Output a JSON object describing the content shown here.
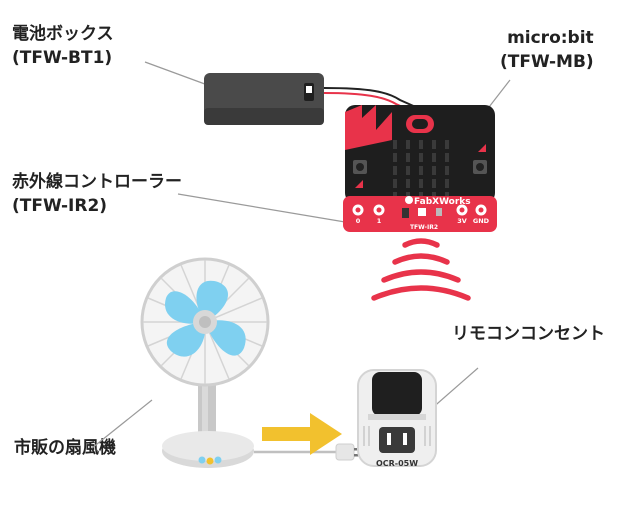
{
  "labels": {
    "battery": {
      "name": "電池ボックス",
      "model": "(TFW-BT1)"
    },
    "microbit": {
      "name": "micro:bit",
      "model": "(TFW-MB)"
    },
    "ir_controller": {
      "name": "赤外線コントローラー",
      "model": "(TFW-IR2)"
    },
    "remote_outlet": {
      "name": "リモコンコンセント"
    },
    "fan": {
      "name": "市販の扇風機"
    }
  },
  "board": {
    "brand": "FabXWorks",
    "model": "TFW-IR2",
    "pins": [
      "0",
      "1",
      "3V",
      "GND"
    ]
  },
  "outlet": {
    "model": "OCR-05W"
  },
  "colors": {
    "board_red": "#e8334a",
    "ir_wave": "#e8334a",
    "fan_blade": "#7fd0f0",
    "arrow": "#f2c12e",
    "leader_line": "#9a9a9a"
  }
}
